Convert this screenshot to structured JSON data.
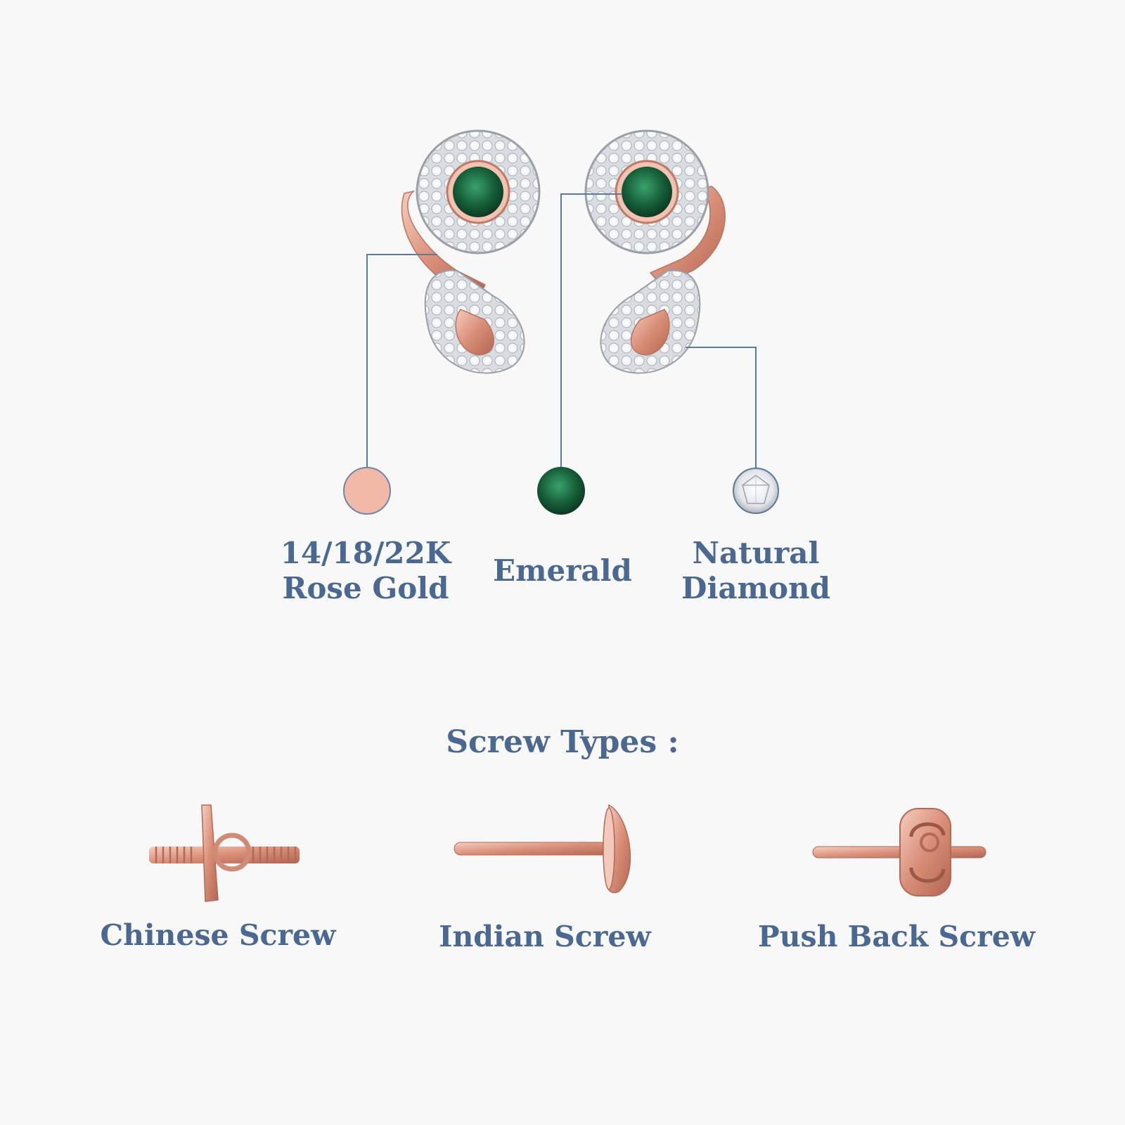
{
  "materials": {
    "gold": {
      "line1": "14/18/22K",
      "line2": "Rose Gold"
    },
    "emerald": {
      "label": "Emerald"
    },
    "diamond": {
      "line1": "Natural",
      "line2": "Diamond"
    }
  },
  "screw_types": {
    "title": "Screw Types :",
    "items": [
      {
        "label": "Chinese Screw",
        "icon": "chinese-screw-icon"
      },
      {
        "label": "Indian Screw",
        "icon": "indian-screw-icon"
      },
      {
        "label": "Push Back Screw",
        "icon": "push-back-screw-icon"
      }
    ]
  },
  "colors": {
    "text": "#4a6890",
    "rose_gold": "#f2b9a8",
    "emerald": "#1f6a42",
    "leader_line": "#5c7a9e"
  }
}
